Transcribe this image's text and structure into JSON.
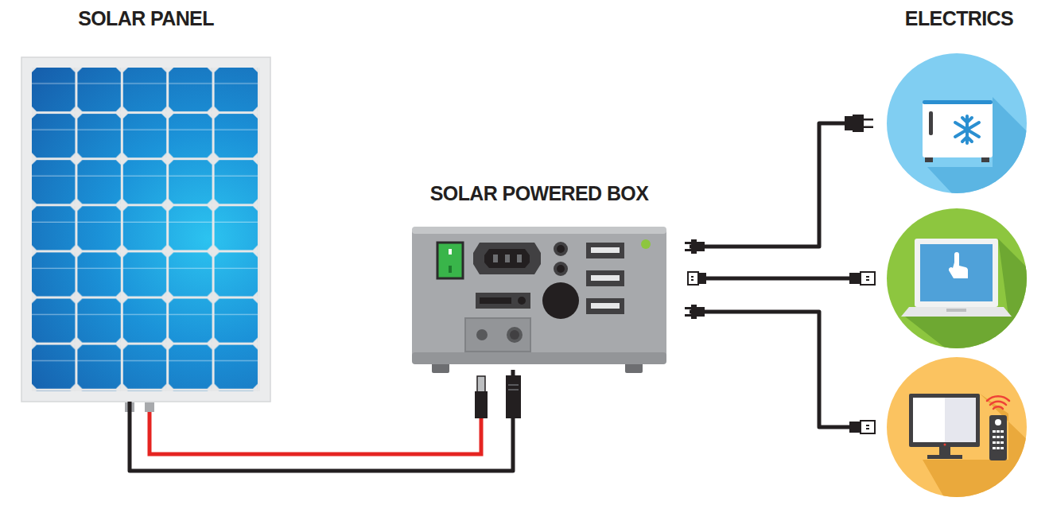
{
  "diagram": {
    "nodes": [
      {
        "text": [
          "SOLAR PANEL"
        ]
      },
      {
        "text": [
          "SOLAR POWERED BOX"
        ]
      },
      {
        "text": [
          "ELECTRICS"
        ]
      }
    ],
    "edges": [
      {
        "from": 0,
        "to": 1,
        "arrow": "none"
      },
      {
        "from": 1,
        "to": 2,
        "arrow": "none"
      },
      {
        "from": 1,
        "to": 2,
        "arrow": "none"
      },
      {
        "from": 1,
        "to": 2,
        "arrow": "none"
      }
    ]
  }
}
